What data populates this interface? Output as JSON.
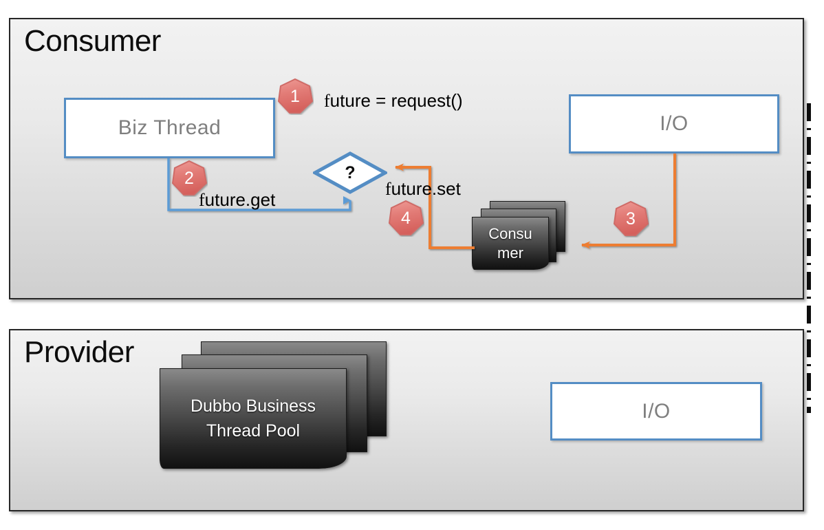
{
  "diagram": {
    "title_consumer": "Consumer",
    "title_provider": "Provider",
    "colors": {
      "panel_border": "#262626",
      "panel_bg_top": "#f2f2f2",
      "panel_bg_bottom": "#cfcfcf",
      "blue_outline": "#548dc4",
      "blue_arrow": "#5b9bd5",
      "orange_arrow": "#ed7d31",
      "black_arrow": "#000000",
      "badge_fill": "#e06666",
      "badge_stroke": "#c65b5b",
      "box_text": "#7f7f7f",
      "stack_dark": "#1a1a1a"
    }
  },
  "consumer": {
    "panel_title": "Consumer",
    "biz_thread_label": "Biz Thread",
    "io_label": "I/O",
    "decision_label": "?",
    "consumer_stack_label_line1": "Consu",
    "consumer_stack_label_line2": "mer",
    "labels": {
      "request": "future = request()",
      "request_lead": "f",
      "request_rest": "uture = request()",
      "get": "future.get",
      "get_lead": "f",
      "get_rest": "uture.get",
      "set": "future.set",
      "set_lead": "f",
      "set_rest": "uture.set"
    },
    "steps": [
      {
        "number": "1",
        "meaning": "future = request()"
      },
      {
        "number": "2",
        "meaning": "future.get"
      },
      {
        "number": "3",
        "meaning": "io-to-consumer-dispatch"
      },
      {
        "number": "4",
        "meaning": "future.set"
      }
    ]
  },
  "provider": {
    "panel_title": "Provider",
    "thread_pool_label_line1": "Dubbo Business",
    "thread_pool_label_line2": "Thread Pool",
    "io_label": "I/O"
  },
  "network": {
    "link_style": "dash-dot",
    "description": "vertical dash-dot network line on right edge connecting consumer I/O and provider I/O"
  }
}
